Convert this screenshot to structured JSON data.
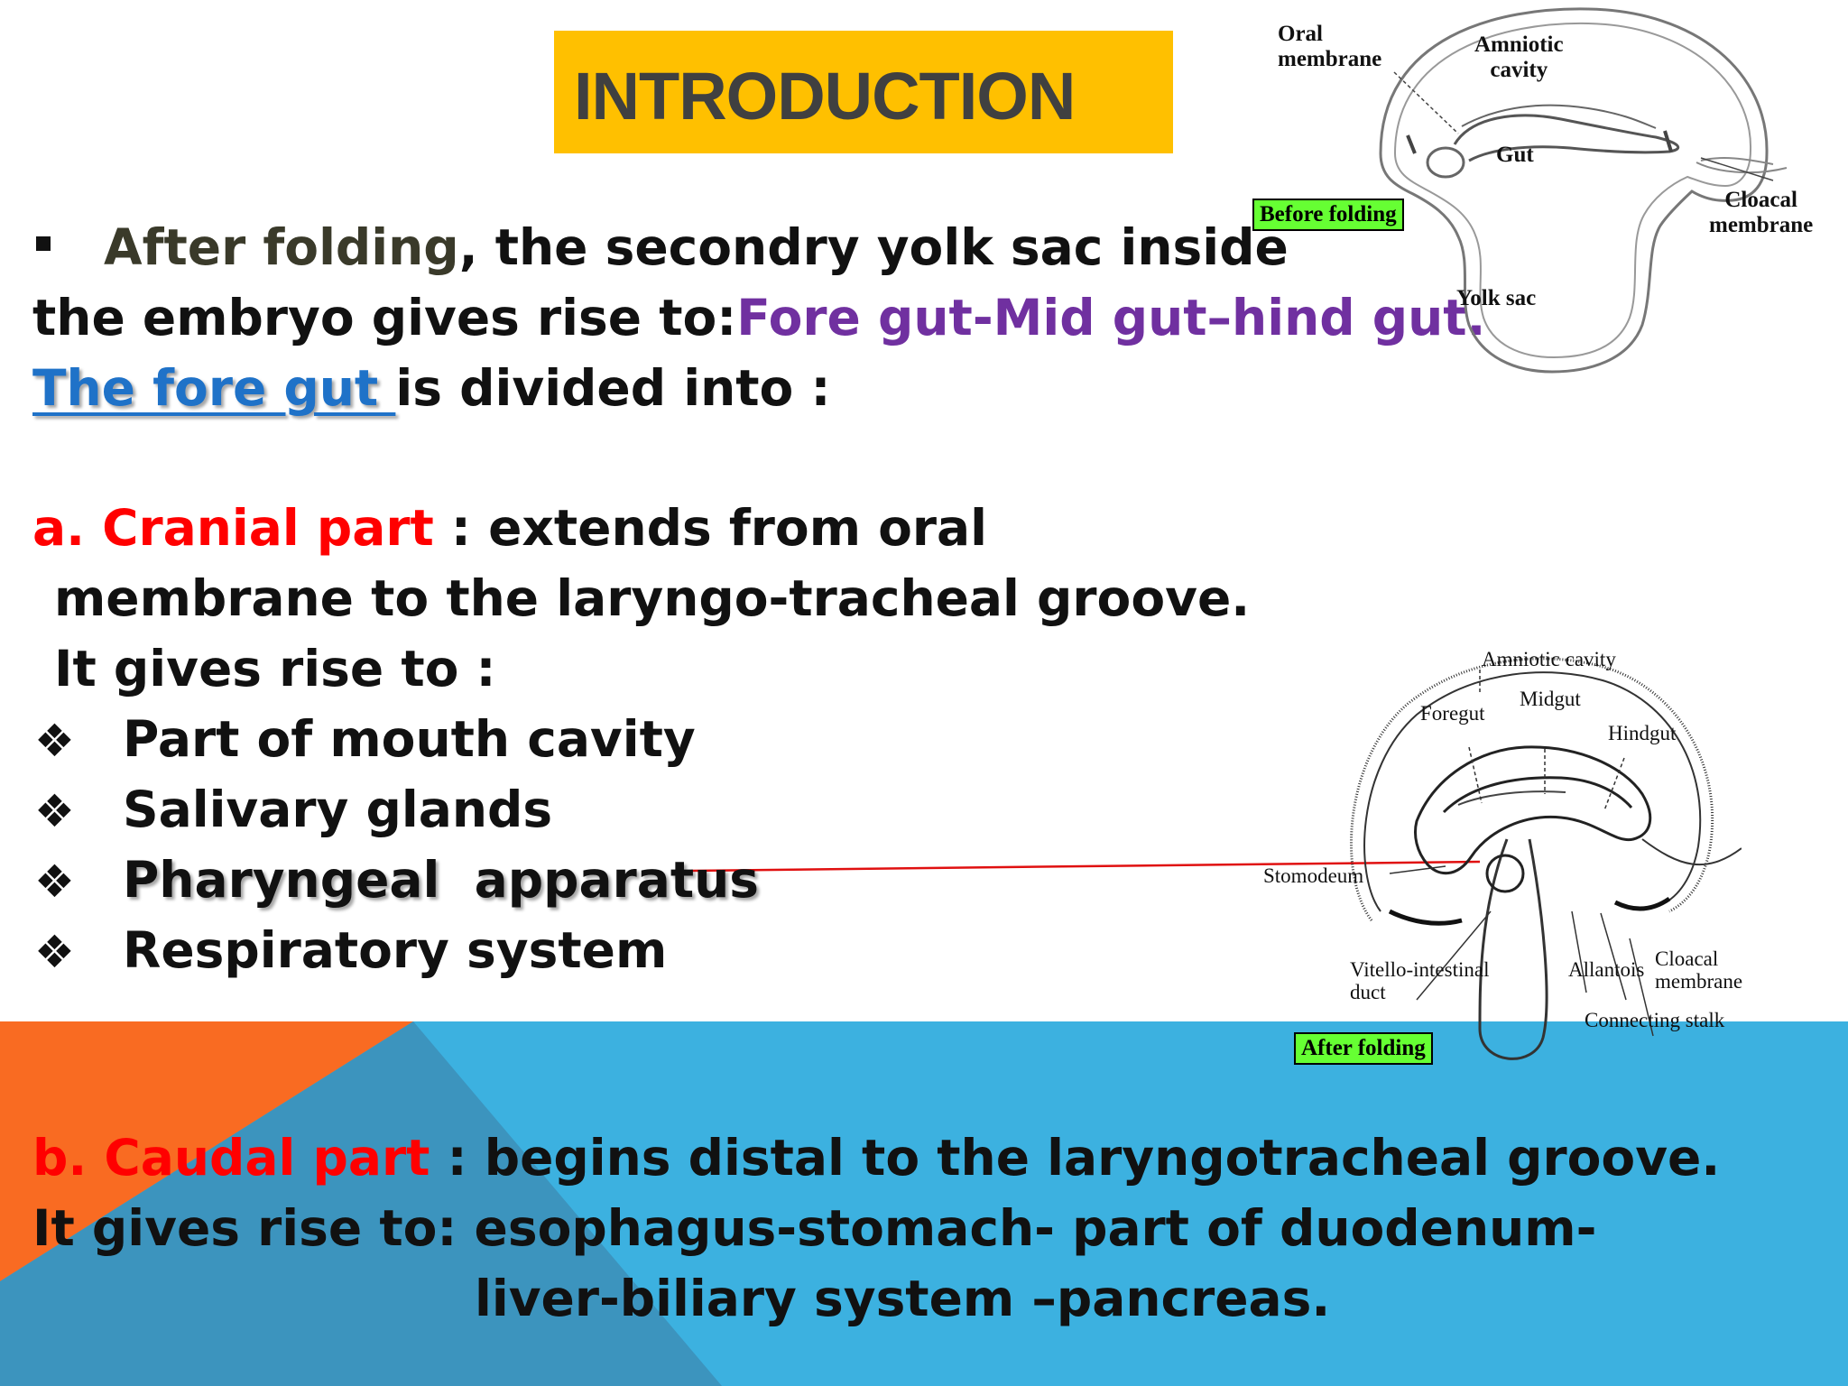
{
  "title": "INTRODUCTION",
  "colors": {
    "title_bg": "#FFC000",
    "band_blue": "#3CB1E0",
    "band_orange": "#F96B22",
    "purple": "#7030A0",
    "red": "#FF0000",
    "blue": "#1F72C8"
  },
  "intro": {
    "l1_bold": "After folding",
    "l1_rest": ", the secondry yolk sac inside",
    "l2_a": "the embryo gives rise to:",
    "l2_b": "Fore gut-Mid gut–hind gut.",
    "l3_a": "The fore gut ",
    "l3_b": "is divided into :"
  },
  "cranial": {
    "prefix": "a. ",
    "label": "Cranial part",
    "rest": " : extends from oral",
    "l2": "membrane to the laryngo-tracheal groove.",
    "l3": "It gives rise to :",
    "items": [
      "Part of mouth cavity",
      "Salivary glands",
      "Pharyngeal  apparatus",
      "Respiratory system"
    ]
  },
  "caudal": {
    "prefix": "b. ",
    "label": "Caudal part",
    "rest": " : begins distal to the laryngotracheal groove.",
    "l2": "It gives rise to: esophagus-stomach- part of duodenum-",
    "l3": "liver-biliary system –pancreas."
  },
  "diagram_before": {
    "oral_membrane": [
      "Oral",
      "membrane"
    ],
    "amniotic_cavity": [
      "Amniotic",
      "cavity"
    ],
    "gut": "Gut",
    "cloacal_membrane": [
      "Cloacal",
      "membrane"
    ],
    "yolk_sac": "Yolk sac",
    "tag": "Before folding"
  },
  "diagram_after": {
    "amniotic_cavity": "Amniotic cavity",
    "midgut": "Midgut",
    "foregut": "Foregut",
    "hindgut": "Hindgut",
    "stomodeum": "Stomodeum",
    "vitello": [
      "Vitello-intestinal",
      "duct"
    ],
    "allantois": "Allantois",
    "cloacal": [
      "Cloacal",
      "membrane"
    ],
    "connecting_stalk": "Connecting stalk",
    "tag": "After folding"
  }
}
